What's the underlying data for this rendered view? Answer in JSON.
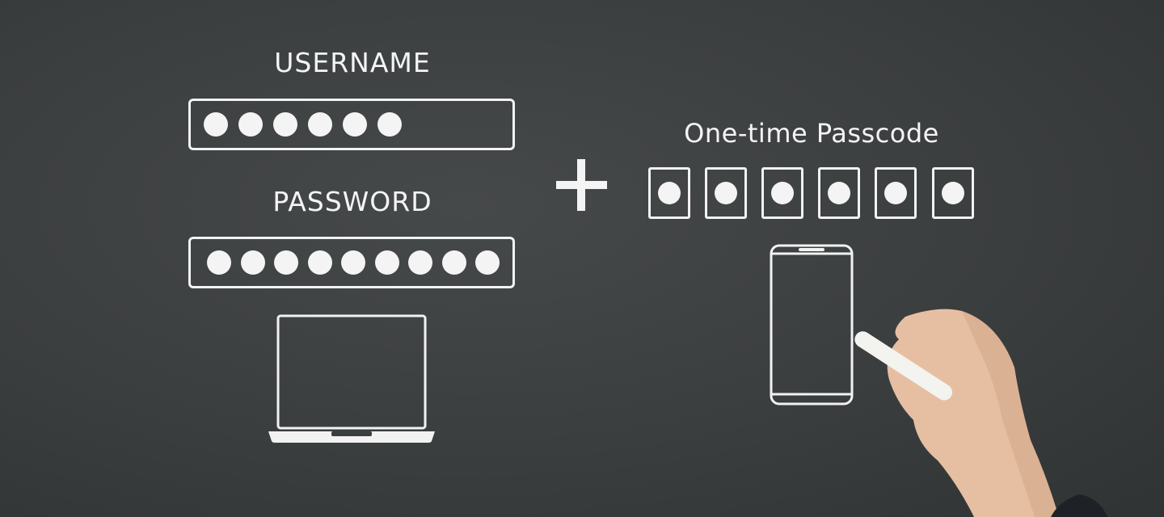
{
  "username": {
    "label": "USERNAME",
    "masked_length": 6
  },
  "password": {
    "label": "PASSWORD",
    "masked_length": 9
  },
  "otp": {
    "label": "One-time Passcode",
    "digits": 6
  },
  "icons": [
    "laptop-icon",
    "plus-icon",
    "smartphone-icon",
    "hand-with-chalk"
  ],
  "colors": {
    "board": "#3b3e3f",
    "chalk": "#f4f4f4",
    "skin": "#e8c2a8"
  }
}
